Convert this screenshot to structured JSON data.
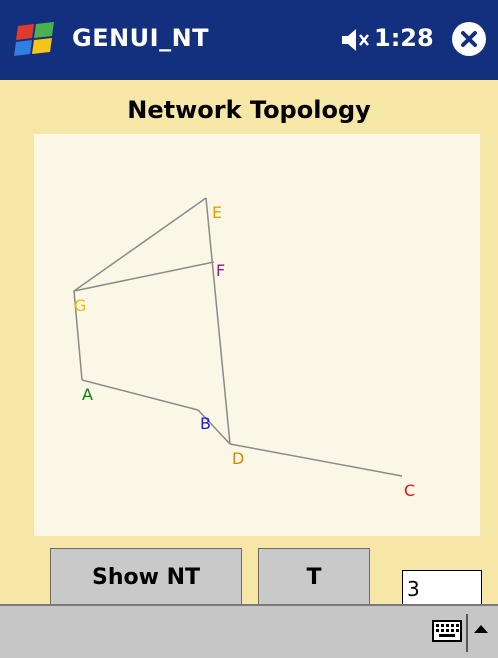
{
  "window": {
    "title": "GENUI_NT",
    "time": "1:28"
  },
  "page": {
    "title": "Network Topology"
  },
  "topology": {
    "nodes": [
      {
        "label": "E",
        "color": "#e8a000"
      },
      {
        "label": "F",
        "color": "#8b1a8b"
      },
      {
        "label": "G",
        "color": "#e8c000"
      },
      {
        "label": "A",
        "color": "#008800"
      },
      {
        "label": "B",
        "color": "#1a1ae8"
      },
      {
        "label": "D",
        "color": "#d08a00"
      },
      {
        "label": "C",
        "color": "#ee1111"
      }
    ],
    "edges": [
      [
        "E",
        "G"
      ],
      [
        "E",
        "D"
      ],
      [
        "F",
        "G"
      ],
      [
        "G",
        "A"
      ],
      [
        "A",
        "B"
      ],
      [
        "B",
        "D"
      ],
      [
        "D",
        "C"
      ]
    ]
  },
  "controls": {
    "show_label": "Show NT",
    "t_label": "T",
    "input_value": "3"
  },
  "icons": {
    "start": "windows-flag-icon",
    "speaker": "speaker-muted-icon",
    "close": "close-icon",
    "keyboard": "keyboard-icon",
    "arrow": "arrow-up-icon"
  }
}
